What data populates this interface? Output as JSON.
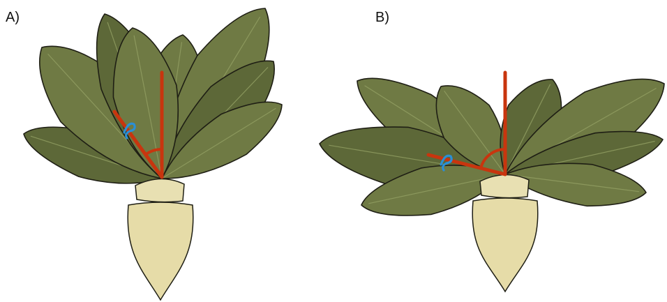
{
  "panels": [
    {
      "label": "A)"
    },
    {
      "label": "B)"
    }
  ],
  "colors": {
    "background": "#ffffff",
    "leaf_fill": "#6f7a44",
    "leaf_dark": "#5d6838",
    "leaf_vein": "#93a064",
    "outline": "#1e1e14",
    "root_fill": "#e6dca8",
    "crown_fill": "#e8e0b2",
    "angle_line": "#c8350e",
    "angle_marker": "#2a8fd6"
  },
  "icons": [
    "leaf-shape",
    "storage-root-shape",
    "angle-line",
    "angle-arc-marker",
    "angle-loop-marker"
  ]
}
